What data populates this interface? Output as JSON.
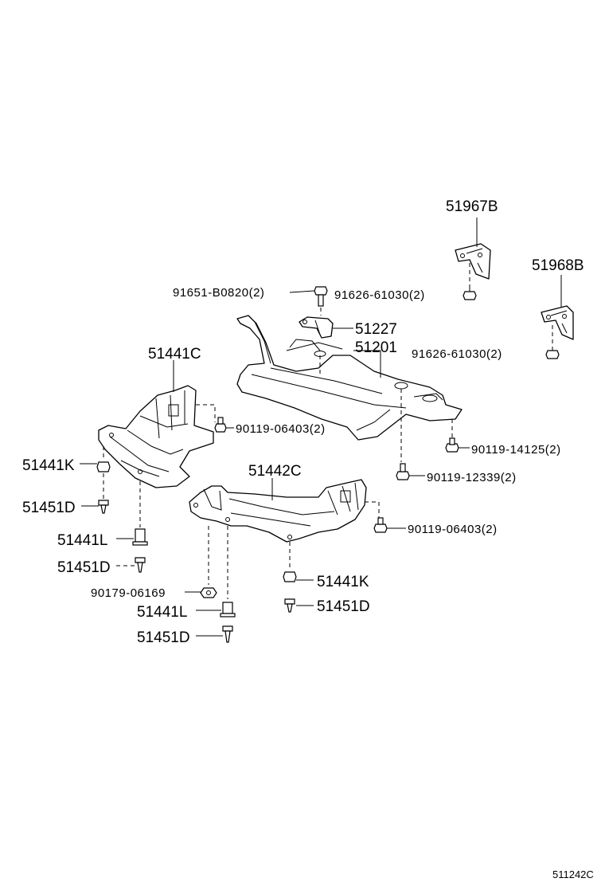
{
  "labels": {
    "p51967B": "51967B",
    "p51968B": "51968B",
    "p91651": "91651-B0820(2)",
    "p91626a": "91626-61030(2)",
    "p51227": "51227",
    "p51201": "51201",
    "p91626b": "91626-61030(2)",
    "p51441C": "51441C",
    "p90119a": "90119-06403(2)",
    "p90119b": "90119-14125(2)",
    "p51441Ka": "51441K",
    "p90119c": "90119-12339(2)",
    "p51442C": "51442C",
    "p51451Da": "51451D",
    "p90119d": "90119-06403(2)",
    "p51441La": "51441L",
    "p51451Db": "51451D",
    "p51441Kb": "51441K",
    "p90179": "90179-06169",
    "p51451Dc": "51451D",
    "p51441Lb": "51441L",
    "p51451Dd": "51451D"
  },
  "reference_code": "511242C"
}
